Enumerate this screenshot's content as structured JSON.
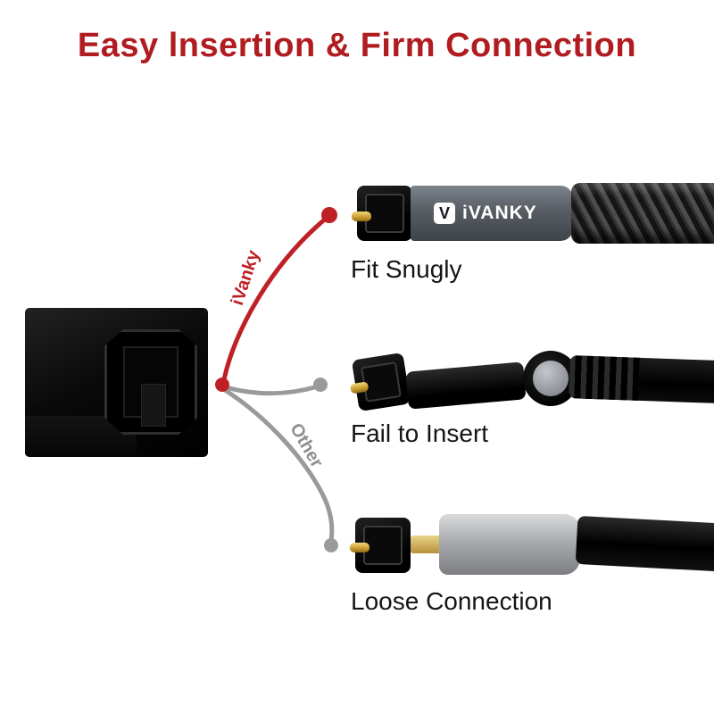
{
  "title": "Easy lnsertion & Firm Connection",
  "arrows": {
    "good_label": "iVanky",
    "bad_label": "Other"
  },
  "brand": {
    "name": "iVANKY",
    "logo_letter": "V"
  },
  "items": [
    {
      "label": "Fit Snugly"
    },
    {
      "label": "Fail to Insert"
    },
    {
      "label": "Loose Connection"
    }
  ],
  "colors": {
    "title": "#b01c20",
    "accent_red": "#bf2026",
    "arrow_gray": "#9a9a9a",
    "gold_pin": "#c79a2e",
    "barrel_silver": "#a9abae"
  }
}
